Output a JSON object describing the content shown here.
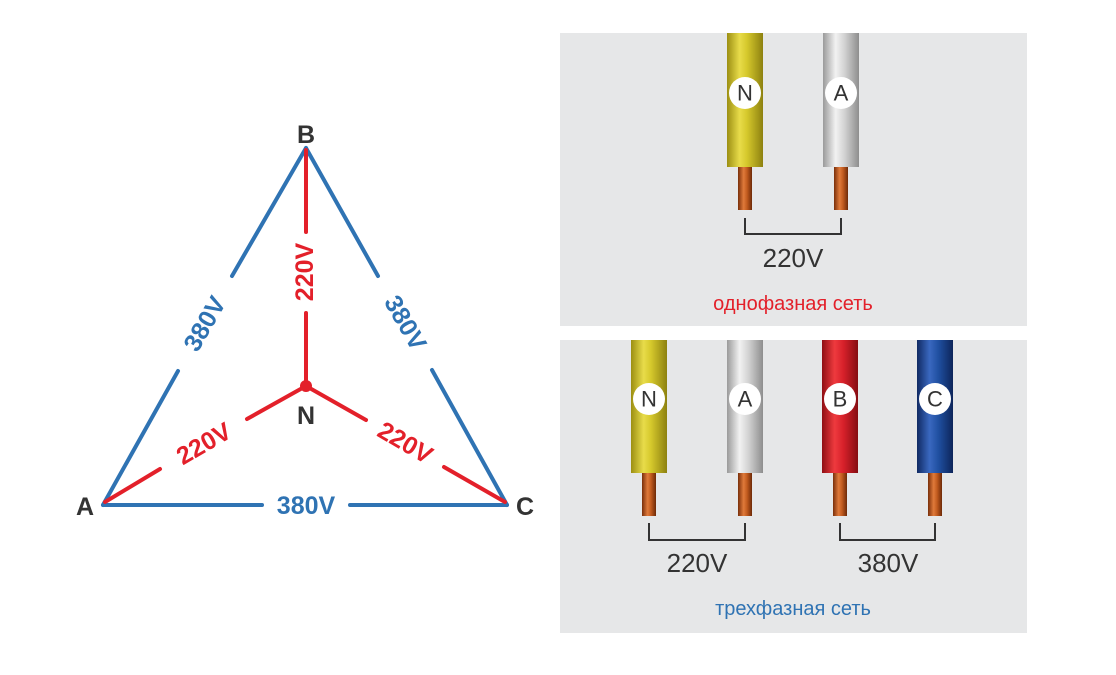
{
  "triangle": {
    "vertex_a": "A",
    "vertex_b": "B",
    "vertex_c": "C",
    "neutral": "N",
    "line_voltage": "380V",
    "phase_voltage": "220V",
    "colors": {
      "line": "#2f73b3",
      "phase": "#e3202a",
      "label": "#333333"
    }
  },
  "single_phase": {
    "wires": [
      {
        "label": "N",
        "color": "#d1c42a"
      },
      {
        "label": "A",
        "color": "#c8c8c8"
      }
    ],
    "voltage": "220V",
    "caption": "однофазная сеть",
    "caption_color": "#e3202a"
  },
  "three_phase": {
    "wires": [
      {
        "label": "N",
        "color": "#d1c42a"
      },
      {
        "label": "A",
        "color": "#c8c8c8"
      },
      {
        "label": "B",
        "color": "#d8202a"
      },
      {
        "label": "C",
        "color": "#1f4fa0"
      }
    ],
    "voltage_left": "220V",
    "voltage_right": "380V",
    "caption": "трехфазная сеть",
    "caption_color": "#2f73b3"
  },
  "colors": {
    "panel_bg": "#e6e7e8",
    "copper": "#b8541a"
  }
}
